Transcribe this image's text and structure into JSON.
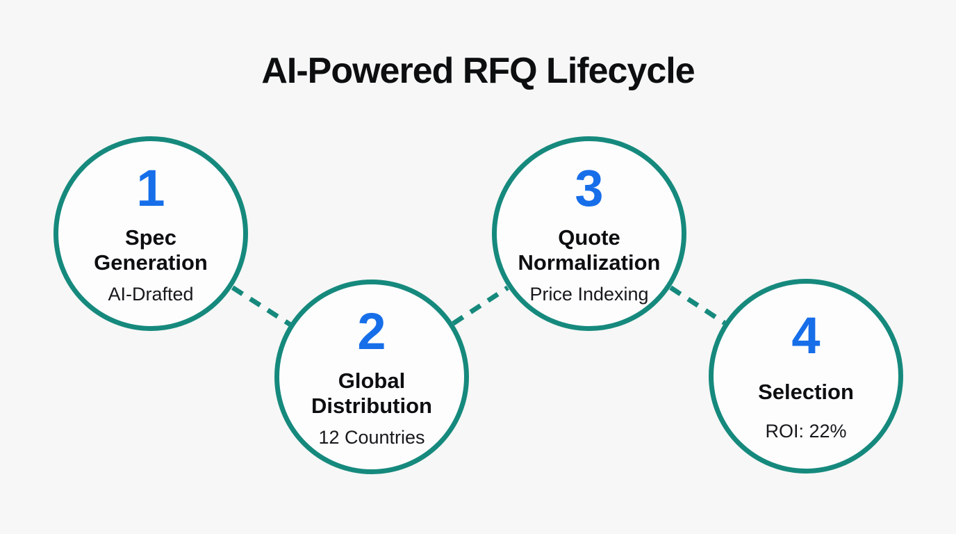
{
  "title": "AI-Powered RFQ Lifecycle",
  "colors": {
    "accent_teal": "#16897d",
    "accent_blue": "#176ee9",
    "background": "#f6f7f6",
    "circle_fill": "#fdfdfe",
    "text": "#0d0e10"
  },
  "steps": [
    {
      "number": "1",
      "label": "Spec Generation",
      "detail": "AI-Drafted"
    },
    {
      "number": "2",
      "label": "Global Distribution",
      "detail": "12 Countries"
    },
    {
      "number": "3",
      "label": "Quote Normalization",
      "detail": "Price Indexing"
    },
    {
      "number": "4",
      "label": "Selection",
      "detail": "ROI: 22%"
    }
  ]
}
